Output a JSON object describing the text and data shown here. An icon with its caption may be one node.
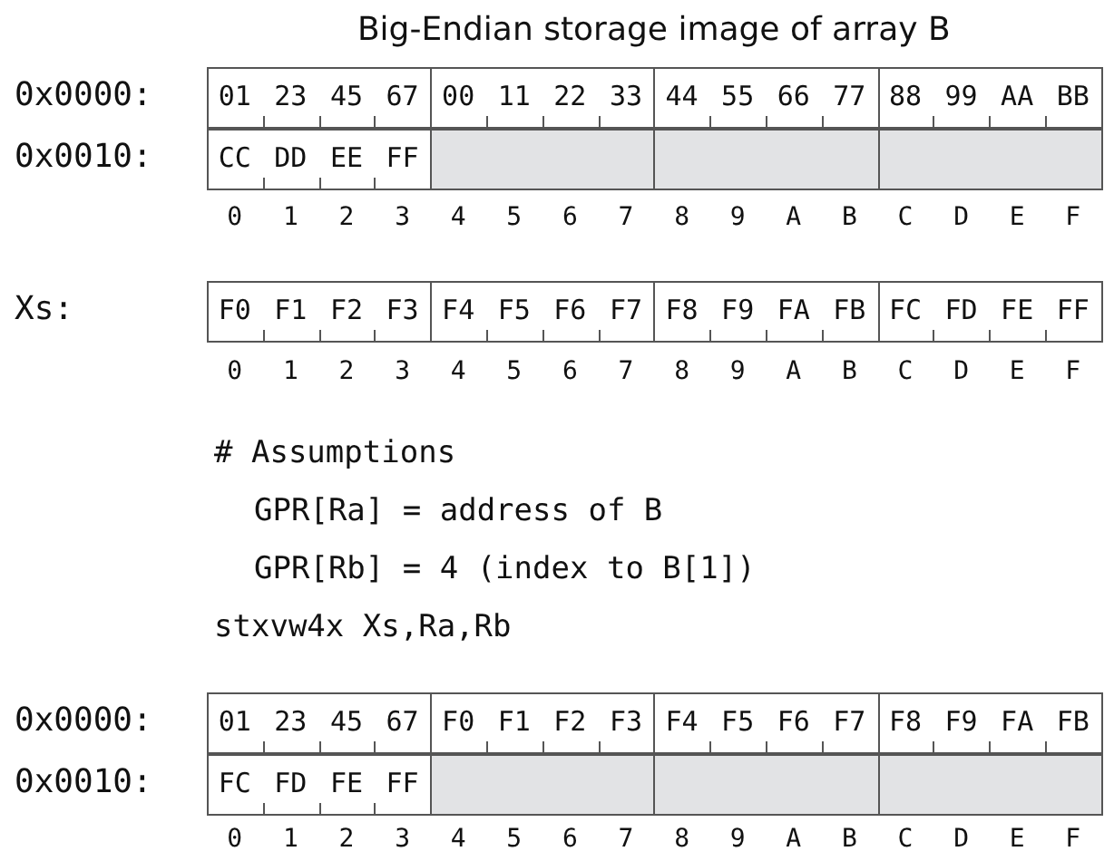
{
  "diagram": {
    "title": "Big-Endian storage image of array B",
    "labels": [
      "0x0000:",
      "01",
      "23",
      "45",
      "67",
      "00",
      "11",
      "22",
      "33",
      "44",
      "55",
      "66",
      "77",
      "88",
      "99",
      "AA",
      "BB",
      "0x0010:",
      "CC",
      "DD",
      "EE",
      "FF",
      "0",
      "1",
      "2",
      "3",
      "4",
      "5",
      "6",
      "7",
      "8",
      "9",
      "A",
      "B",
      "C",
      "D",
      "E",
      "F",
      "Xs:",
      "F0",
      "F1",
      "F2",
      "F3",
      "F4",
      "F5",
      "F6",
      "F7",
      "F8",
      "F9",
      "FA",
      "FB",
      "FC",
      "FD",
      "FE",
      "FF",
      "0",
      "1",
      "2",
      "3",
      "4",
      "5",
      "6",
      "7",
      "8",
      "9",
      "A",
      "B",
      "C",
      "D",
      "E",
      "F",
      "# Assumptions",
      "GPR[Ra] = address of B",
      "GPR[Rb] = 4 (index to B[1])",
      "stxvw4x Xs,Ra,Rb",
      "0x0000:",
      "01",
      "23",
      "45",
      "67",
      "F0",
      "F1",
      "F2",
      "F3",
      "F4",
      "F5",
      "F6",
      "F7",
      "F8",
      "F9",
      "FA",
      "FB",
      "0x0010:",
      "FC",
      "FD",
      "FE",
      "FF",
      "0",
      "1",
      "2",
      "3",
      "4",
      "5",
      "6",
      "7",
      "8",
      "9",
      "A",
      "B",
      "C",
      "D",
      "E",
      "F"
    ]
  }
}
